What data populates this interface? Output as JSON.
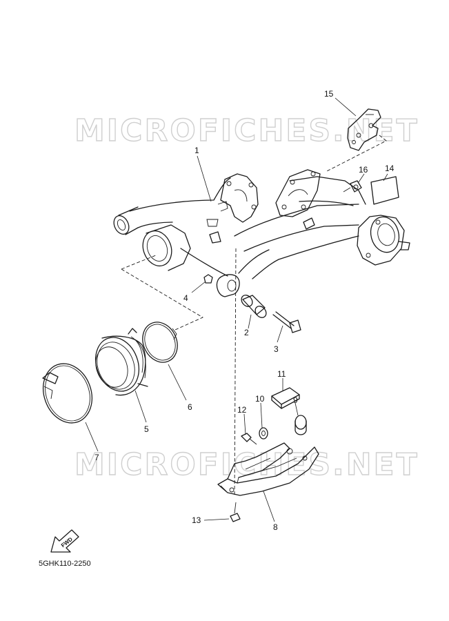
{
  "watermark_text": "MICROFICHES.NET",
  "diagram_code": "5GHK110-2250",
  "fwd_label": "FWD",
  "callouts": {
    "c1": "1",
    "c2": "2",
    "c3": "3",
    "c4": "4",
    "c5": "5",
    "c6": "6",
    "c7": "7",
    "c8": "8",
    "c9": "9",
    "c10": "10",
    "c11": "11",
    "c12": "12",
    "c13": "13",
    "c14": "14",
    "c15": "15",
    "c16": "16"
  }
}
